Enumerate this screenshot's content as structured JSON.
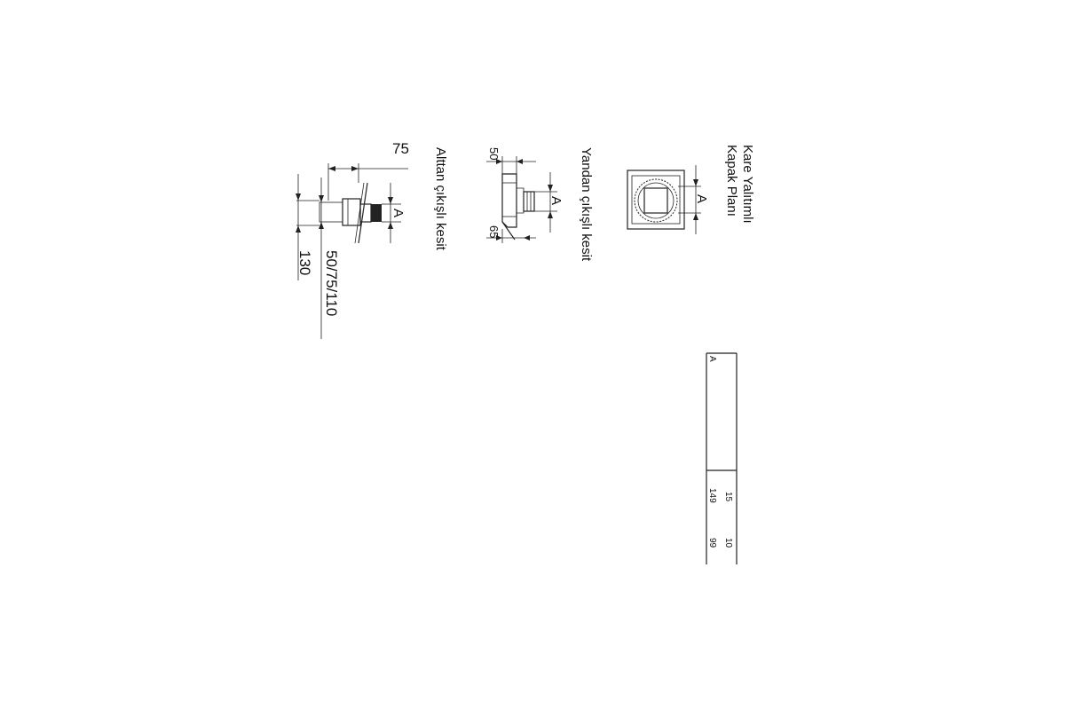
{
  "plan": {
    "title_line1": "Kare Yalıtımlı",
    "title_line2": "Kapak Planı",
    "marker": "A"
  },
  "side_section": {
    "title": "Yandan çıkışlı kesit",
    "dim_top": "50",
    "dim_bottom": "65",
    "marker": "A"
  },
  "bottom_section": {
    "title": "Alttan çıkışlı kesit",
    "dim_top": "75",
    "dim_right": "50/75/110",
    "dim_far_right": "130",
    "marker": "A"
  },
  "table": {
    "header": "A",
    "row1": [
      "15",
      "10"
    ],
    "row2": [
      "149",
      "99"
    ]
  }
}
